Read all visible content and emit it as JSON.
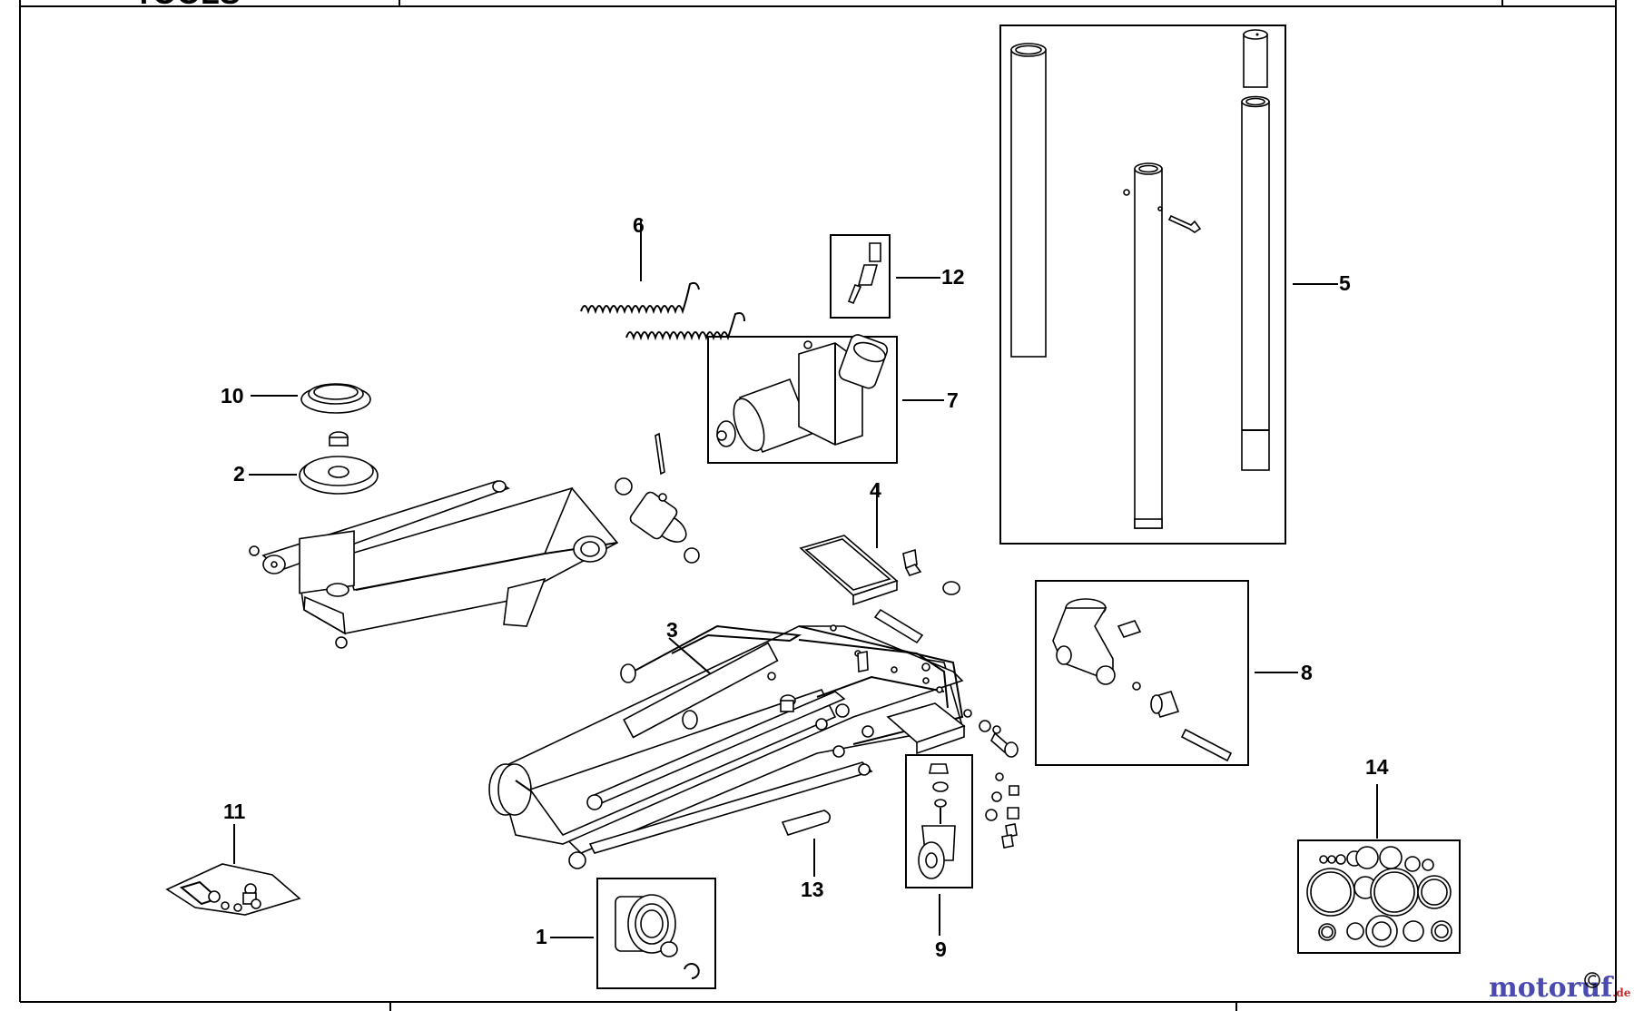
{
  "diagram": {
    "header_text": "TOOLS",
    "footer_text": "",
    "watermark": {
      "text_colored": "motoruf",
      "suffix": ".de",
      "colors": [
        "#4a4ab0",
        "#c8282a"
      ],
      "copyright_icon": "copyright-icon"
    },
    "parts": [
      {
        "id": "1",
        "label": "1"
      },
      {
        "id": "2",
        "label": "2"
      },
      {
        "id": "3",
        "label": "3"
      },
      {
        "id": "4",
        "label": "4"
      },
      {
        "id": "5",
        "label": "5"
      },
      {
        "id": "6",
        "label": "6"
      },
      {
        "id": "7",
        "label": "7"
      },
      {
        "id": "8",
        "label": "8"
      },
      {
        "id": "9",
        "label": "9"
      },
      {
        "id": "10",
        "label": "10"
      },
      {
        "id": "11",
        "label": "11"
      },
      {
        "id": "12",
        "label": "12"
      },
      {
        "id": "13",
        "label": "13"
      },
      {
        "id": "14",
        "label": "14"
      }
    ]
  }
}
